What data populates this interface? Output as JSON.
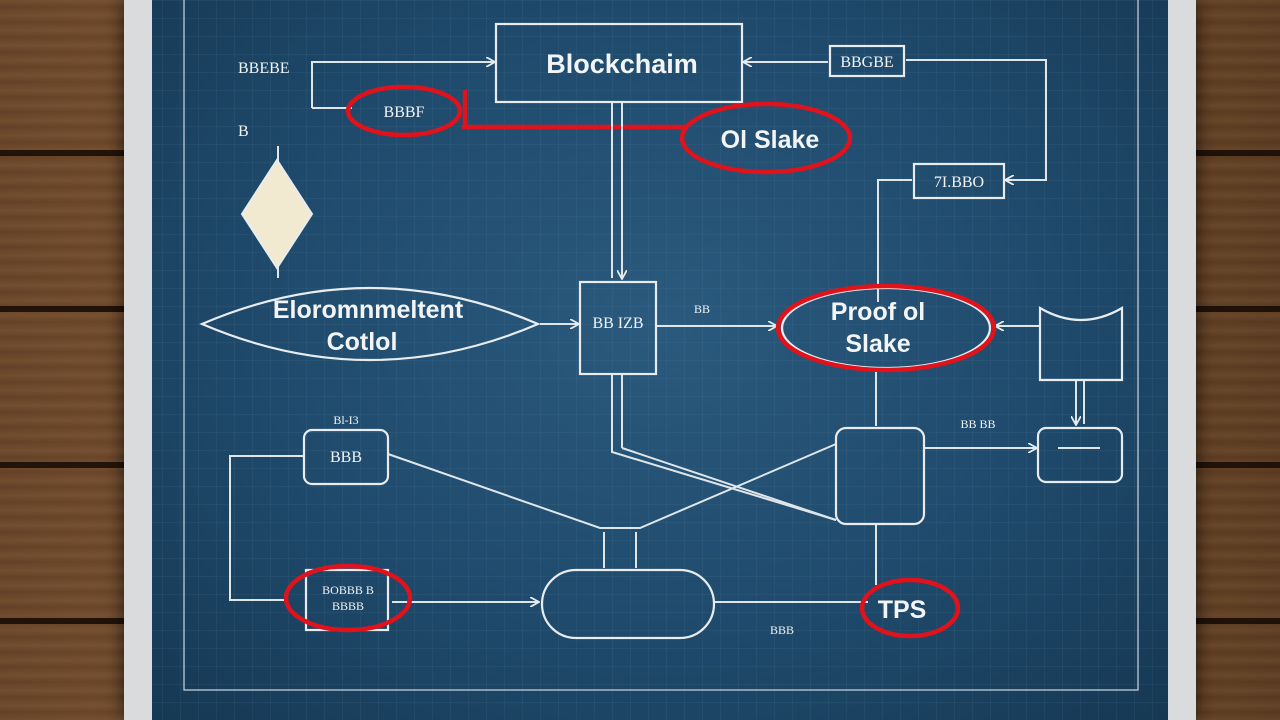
{
  "nodes": {
    "blockchain": "Blockchaim",
    "or_stake": "Ol Slake",
    "proof_of_stake_line1": "Proof ol",
    "proof_of_stake_line2": "Slake",
    "environment_line1": "Eloromnmeltent",
    "environment_line2": "Cotlol",
    "tps": "TPS",
    "top_left_label": "BBEBE",
    "red_small_label": "BBBF",
    "top_right_box": "BBGBE",
    "right_box": "7I.BBO",
    "center_box": "BB IZB",
    "mid_label": "BB",
    "small_box_left": "ВВВ",
    "small_box_left_caption": "Bl-I3",
    "red_bottom_box_line1": "BOBBB B",
    "red_bottom_box_line2": "BBBB",
    "right_mid_label": "BB BB",
    "bottom_label": "BBB",
    "left_tick": "B"
  },
  "colors": {
    "blueprint": "#1f4a6c",
    "line": "#e8ecef",
    "highlight": "#e0121b"
  }
}
